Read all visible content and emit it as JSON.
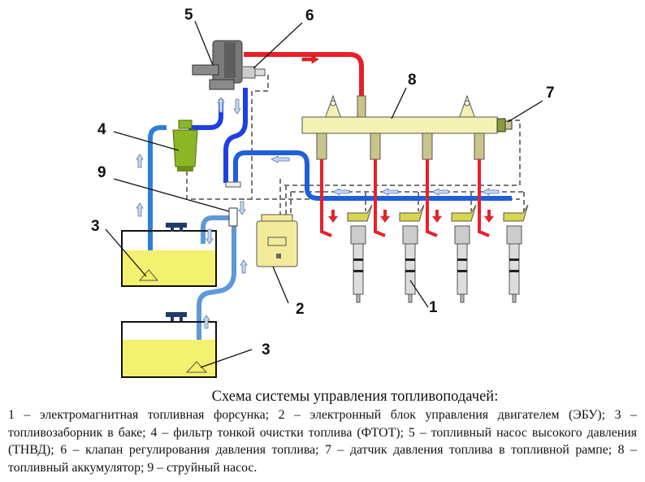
{
  "diagram": {
    "title": "Схема системы управления топливоподачей",
    "callouts": [
      {
        "number": "1",
        "component": "electromagnetic-injector"
      },
      {
        "number": "2",
        "component": "ecu"
      },
      {
        "number": "3",
        "component": "fuel-pickup"
      },
      {
        "number": "4",
        "component": "fine-fuel-filter"
      },
      {
        "number": "5",
        "component": "high-pressure-pump"
      },
      {
        "number": "6",
        "component": "pressure-control-valve"
      },
      {
        "number": "7",
        "component": "rail-pressure-sensor"
      },
      {
        "number": "8",
        "component": "fuel-accumulator-rail"
      },
      {
        "number": "9",
        "component": "jet-pump"
      }
    ],
    "colors": {
      "high_pressure": "#e8202a",
      "low_pressure_supply": "#1f3fe0",
      "return_line": "#2f7fd6",
      "fuel": "#f4f070",
      "rail": "#f3f1b4",
      "filter": "#8db624",
      "signal_wire": "#777777"
    }
  },
  "caption": {
    "title": "Схема системы управления топливоподачей:",
    "body": "1 – электромагнитная топливная форсунка; 2 – электронный блок управления двигателем (ЭБУ); 3 – топливозаборник в баке; 4 – фильтр тонкой очистки топлива (ФТОТ); 5 – топливный насос высокого давления (ТНВД); 6 – клапан регулирования давления топлива; 7 – датчик давления топлива в топливной рампе; 8 – топливный аккумулятор; 9 – струйный насос."
  }
}
